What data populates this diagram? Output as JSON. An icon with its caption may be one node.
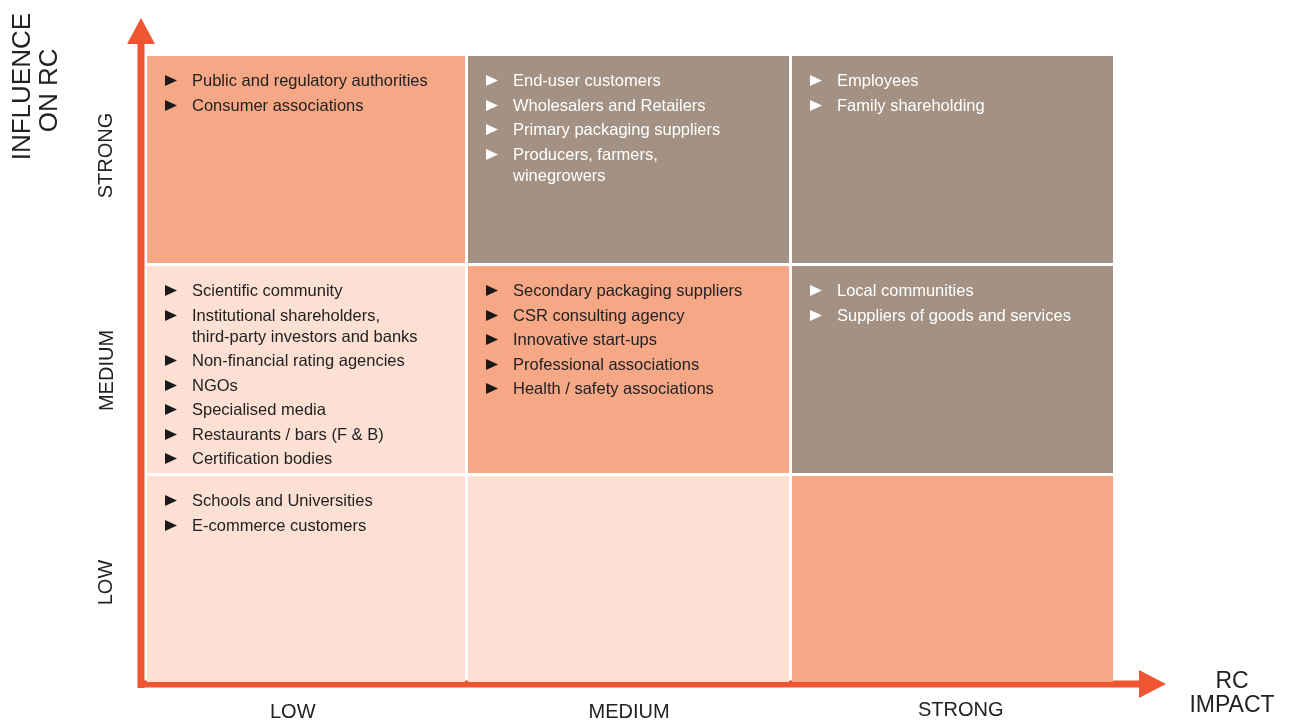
{
  "diagram": {
    "nodes": [
      {
        "text": [
          "Public and regulatory authorities",
          "Consumer associations"
        ]
      },
      {
        "text": [
          "End-user customers",
          "Wholesalers and Retailers",
          "Primary packaging suppliers",
          "Producers, farmers, winegrowers"
        ]
      },
      {
        "text": [
          "Employees",
          "Family shareholding"
        ]
      },
      {
        "text": [
          "Scientific community",
          "Institutional shareholders, third-party investors and banks",
          "Non-financial rating agencies",
          "NGOs",
          "Specialised media",
          "Restaurants / bars (F & B)",
          "Certification bodies"
        ]
      },
      {
        "text": [
          "Secondary packaging suppliers",
          "CSR consulting agency",
          "Innovative start-ups",
          "Professional associations",
          "Health / safety associations"
        ]
      },
      {
        "text": [
          "Local communities",
          "Suppliers of goods and services"
        ]
      },
      {
        "text": [
          "Schools and Universities",
          "E-commerce customers"
        ]
      },
      {
        "text": [],
        "shape": "box"
      },
      {
        "text": [],
        "shape": "box"
      }
    ],
    "edges": [],
    "labels": [
      "INFLUENCE ON RC",
      "STRONG",
      "MEDIUM",
      "LOW",
      "LOW",
      "MEDIUM",
      "STRONG",
      "RC IMPACT"
    ]
  }
}
